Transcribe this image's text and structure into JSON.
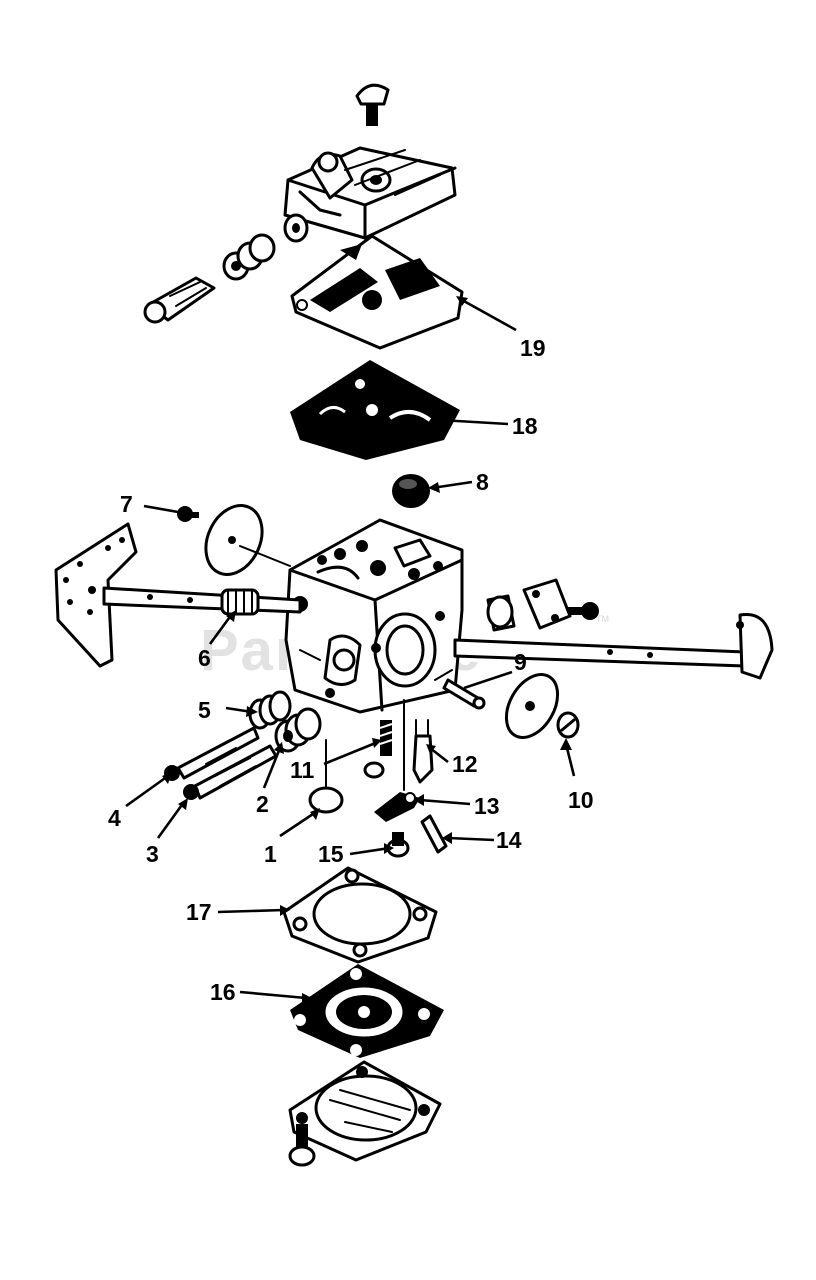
{
  "watermark": {
    "text": "PartsTree",
    "tm": "TM"
  },
  "colors": {
    "ink": "#000000",
    "paper": "#ffffff",
    "watermark": "#e2e2e2"
  },
  "callouts": [
    {
      "id": "1",
      "label": "1"
    },
    {
      "id": "2",
      "label": "2"
    },
    {
      "id": "3",
      "label": "3"
    },
    {
      "id": "4",
      "label": "4"
    },
    {
      "id": "5",
      "label": "5"
    },
    {
      "id": "6",
      "label": "6"
    },
    {
      "id": "7",
      "label": "7"
    },
    {
      "id": "8",
      "label": "8"
    },
    {
      "id": "9",
      "label": "9"
    },
    {
      "id": "10",
      "label": "10"
    },
    {
      "id": "11",
      "label": "11"
    },
    {
      "id": "12",
      "label": "12"
    },
    {
      "id": "13",
      "label": "13"
    },
    {
      "id": "14",
      "label": "14"
    },
    {
      "id": "15",
      "label": "15"
    },
    {
      "id": "16",
      "label": "16"
    },
    {
      "id": "17",
      "label": "17"
    },
    {
      "id": "18",
      "label": "18"
    },
    {
      "id": "19",
      "label": "19"
    }
  ]
}
